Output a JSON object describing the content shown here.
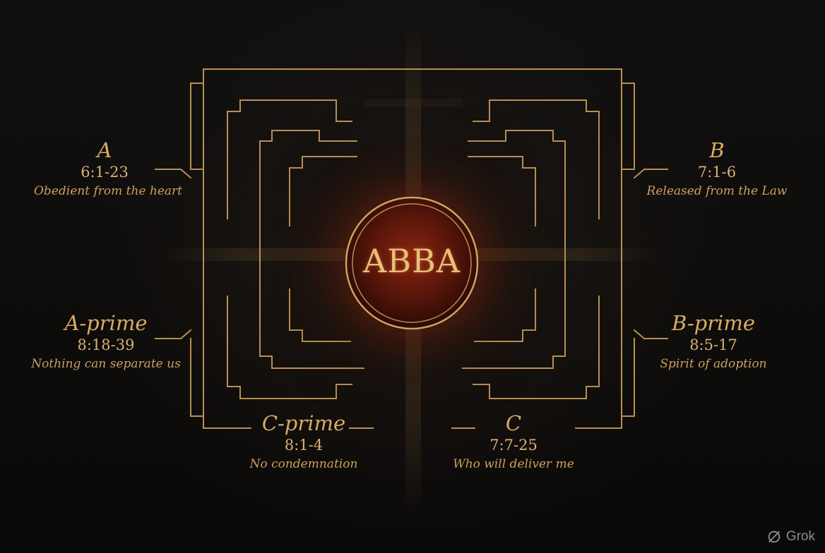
{
  "center": {
    "word": "ABBA"
  },
  "labels": {
    "a": {
      "letter": "A",
      "ref": "6:1-23",
      "desc": "Obedient from the heart"
    },
    "b": {
      "letter": "B",
      "ref": "7:1-6",
      "desc": "Released from the Law"
    },
    "a_prime": {
      "letter": "A-prime",
      "ref": "8:18-39",
      "desc": "Nothing can separate us"
    },
    "b_prime": {
      "letter": "B-prime",
      "ref": "8:5-17",
      "desc": "Spirit of adoption"
    },
    "c_prime": {
      "letter": "C-prime",
      "ref": "8:1-4",
      "desc": "No condemnation"
    },
    "c": {
      "letter": "C",
      "ref": "7:7-25",
      "desc": "Who will deliver me"
    }
  },
  "brand": {
    "name": "Grok",
    "icon": "grok-logo-icon"
  },
  "colors": {
    "gold": "#c8995a",
    "text_gold": "#d9ab63",
    "center_red": "#6e1a0c",
    "background": "#0c0b0a"
  }
}
